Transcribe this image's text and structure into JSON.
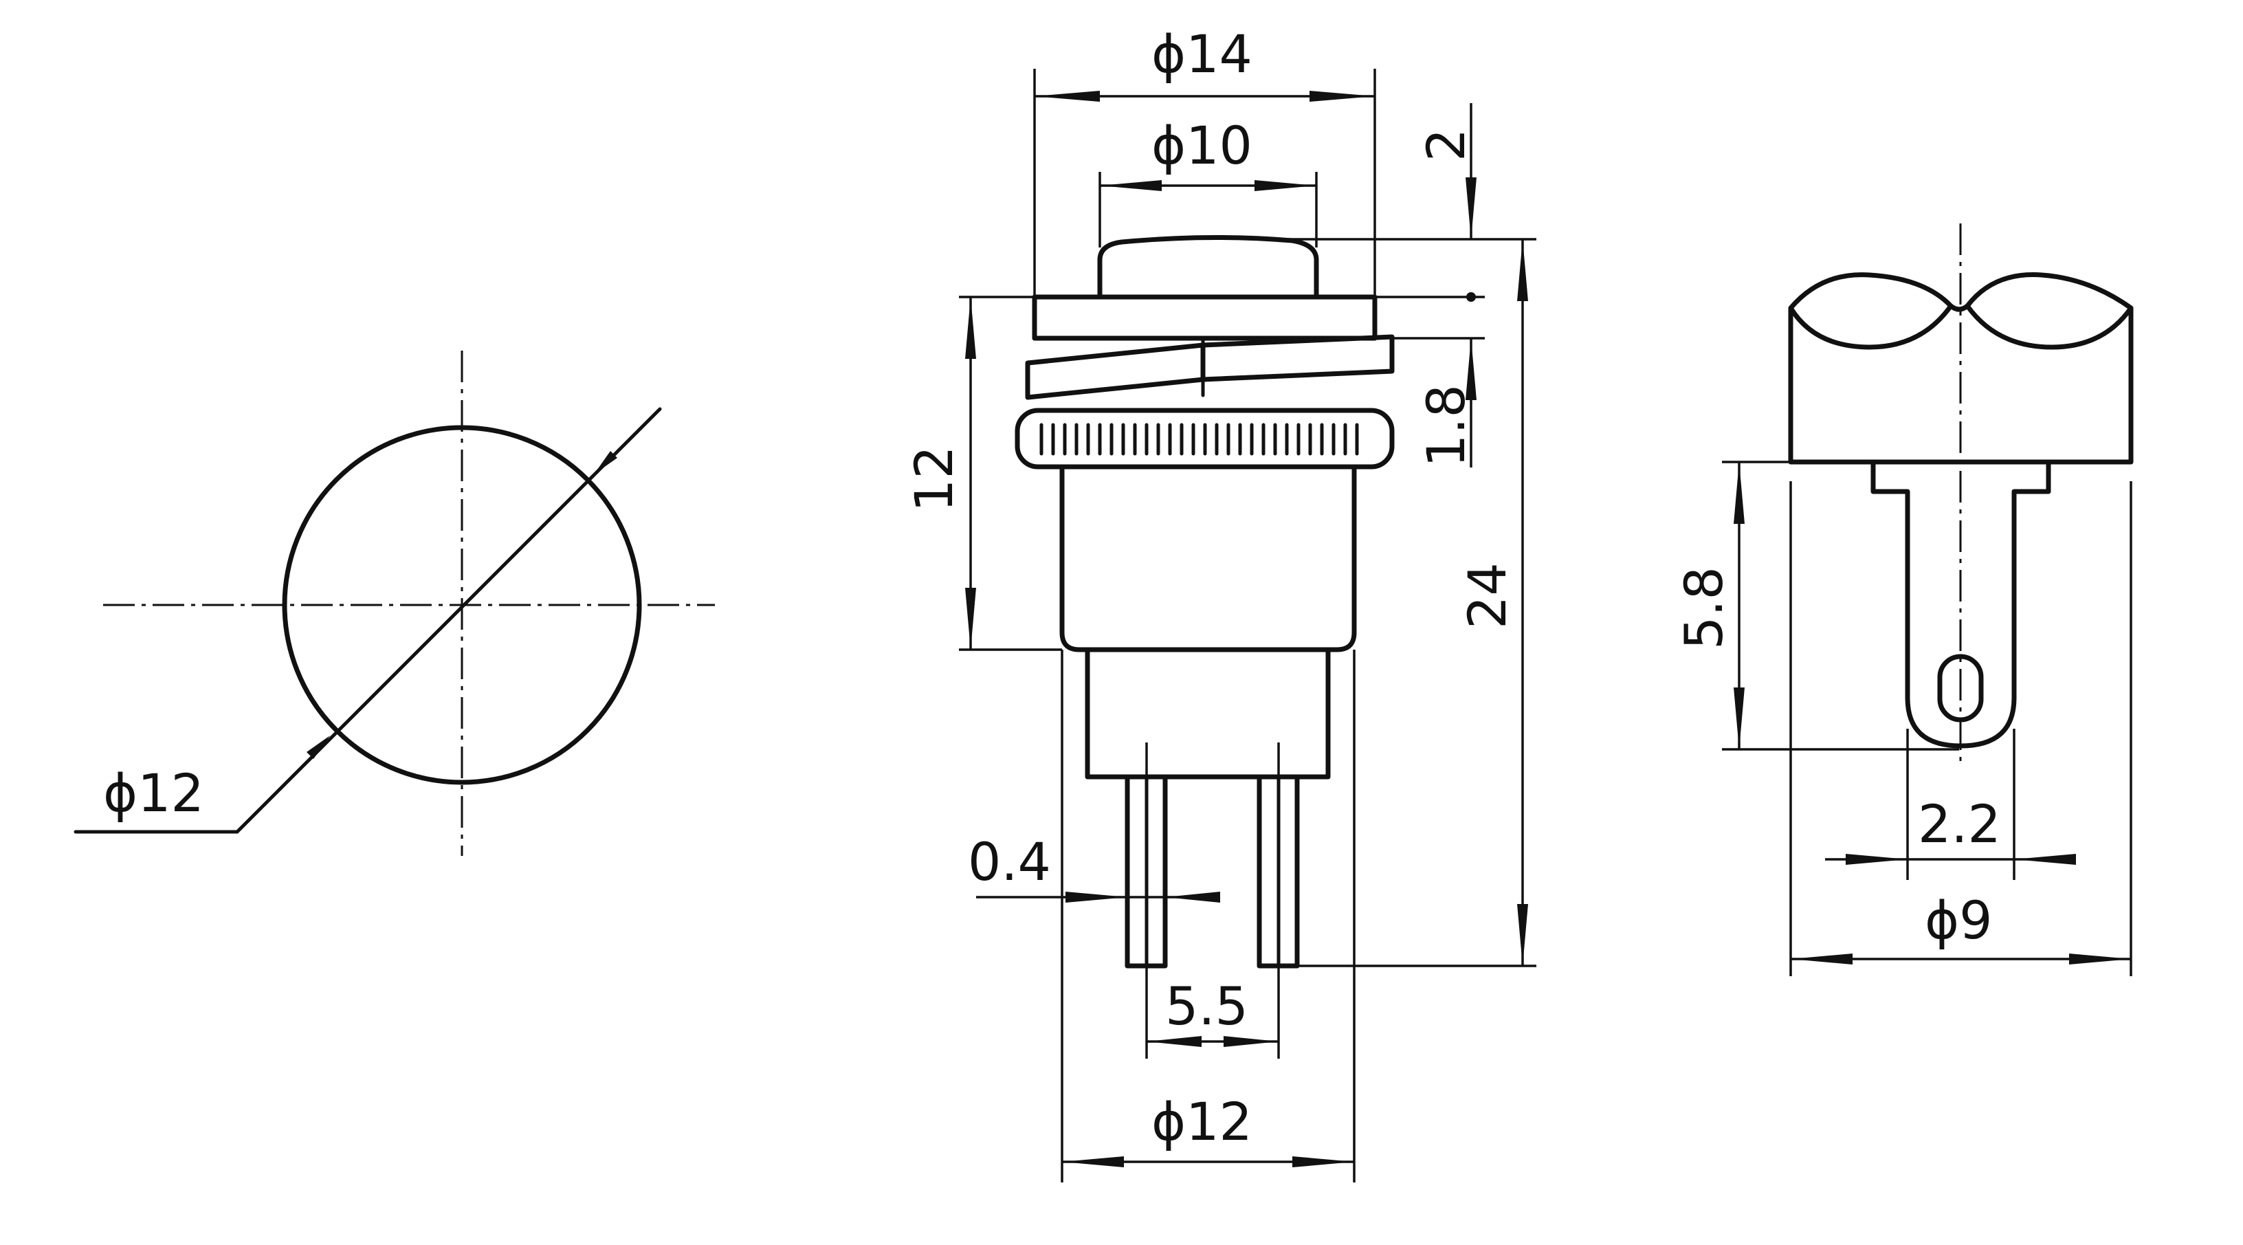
{
  "front_view": {
    "diameter_label": "ϕ12"
  },
  "side_view": {
    "cap_diameter_label": "ϕ14",
    "button_diameter_label": "ϕ10",
    "button_height_label": "2",
    "cap_thickness_label": "1.8",
    "body_height_label": "12",
    "total_height_label": "24",
    "pin_thickness_label": "0.4",
    "pin_spacing_label": "5.5",
    "body_diameter_label": "ϕ12"
  },
  "profile_view": {
    "terminal_length_label": "5.8",
    "terminal_width_label": "2.2",
    "body_diameter_label": "ϕ9"
  }
}
